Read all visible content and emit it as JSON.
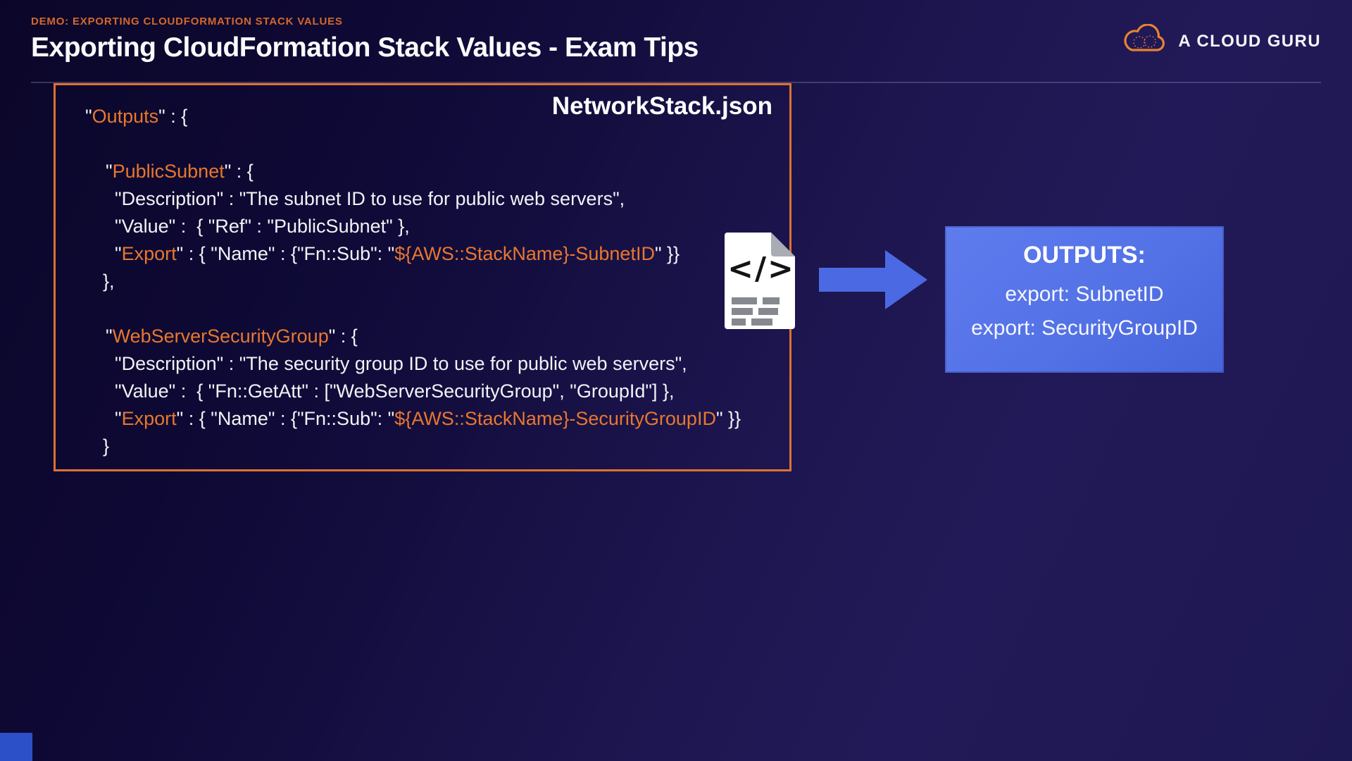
{
  "header": {
    "kicker": "DEMO: EXPORTING CLOUDFORMATION STACK VALUES",
    "title": "Exporting CloudFormation Stack Values - Exam Tips",
    "brand": "A CLOUD GURU"
  },
  "colors": {
    "accent_orange": "#E8772E",
    "kicker_orange": "#D4682B",
    "code_text": "#F2F2F6",
    "panel_border": "#DE7130",
    "arrow_blue": "#4B69E2",
    "outputs_box_blue": "#5372E6",
    "corner_blue": "#2B50C8"
  },
  "code_panel": {
    "filename": "NetworkStack.json",
    "lines": [
      {
        "indent": 42,
        "segments": [
          {
            "text": "\"",
            "color": "white"
          },
          {
            "text": "Outputs",
            "color": "orange"
          },
          {
            "text": "\" : {",
            "color": "white"
          }
        ]
      },
      {
        "indent": 42,
        "segments": []
      },
      {
        "indent": 71,
        "segments": [
          {
            "text": "\"",
            "color": "white"
          },
          {
            "text": "PublicSubnet",
            "color": "orange"
          },
          {
            "text": "\" : {",
            "color": "white"
          }
        ]
      },
      {
        "indent": 84,
        "segments": [
          {
            "text": "\"Description\" : \"The subnet ID to use for public web servers\",",
            "color": "white"
          }
        ]
      },
      {
        "indent": 84,
        "segments": [
          {
            "text": "\"Value\" :  { \"Ref\" : \"PublicSubnet\" },",
            "color": "white"
          }
        ]
      },
      {
        "indent": 84,
        "segments": [
          {
            "text": "\"",
            "color": "white"
          },
          {
            "text": "Export",
            "color": "orange"
          },
          {
            "text": "\" : { \"Name\" : {\"Fn::Sub\": \"",
            "color": "white"
          },
          {
            "text": "${AWS::StackName}-SubnetID",
            "color": "orange"
          },
          {
            "text": "\" }}",
            "color": "white"
          }
        ]
      },
      {
        "indent": 67,
        "segments": [
          {
            "text": "},",
            "color": "white"
          }
        ]
      },
      {
        "indent": 67,
        "segments": []
      },
      {
        "indent": 71,
        "segments": [
          {
            "text": "\"",
            "color": "white"
          },
          {
            "text": "WebServerSecurityGroup",
            "color": "orange"
          },
          {
            "text": "\" : {",
            "color": "white"
          }
        ]
      },
      {
        "indent": 84,
        "segments": [
          {
            "text": "\"Description\" : \"The security group ID to use for public web servers\",",
            "color": "white"
          }
        ]
      },
      {
        "indent": 84,
        "segments": [
          {
            "text": "\"Value\" :  { \"Fn::GetAtt\" : [\"WebServerSecurityGroup\", \"GroupId\"] },",
            "color": "white"
          }
        ]
      },
      {
        "indent": 84,
        "segments": [
          {
            "text": "\"",
            "color": "white"
          },
          {
            "text": "Export",
            "color": "orange"
          },
          {
            "text": "\" : { \"Name\" : {\"Fn::Sub\": \"",
            "color": "white"
          },
          {
            "text": "${AWS::StackName}-SecurityGroupID",
            "color": "orange"
          },
          {
            "text": "\" }}",
            "color": "white"
          }
        ]
      },
      {
        "indent": 67,
        "segments": [
          {
            "text": "}",
            "color": "white"
          }
        ]
      }
    ]
  },
  "flow": {
    "doc_icon_glyph": "</>"
  },
  "outputs_box": {
    "heading": "OUTPUTS:",
    "lines": [
      "export: SubnetID",
      "export: SecurityGroupID"
    ]
  }
}
